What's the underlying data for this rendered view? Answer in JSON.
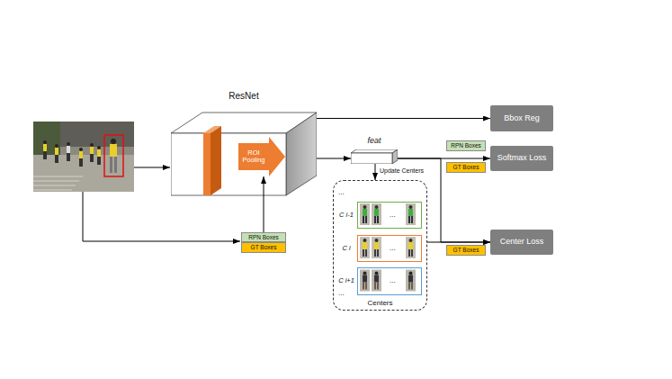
{
  "diagram": {
    "nodes": [
      {
        "text": [
          "ResNet"
        ]
      },
      {
        "text": [
          "ROI Pooling"
        ],
        "in": 0
      },
      {
        "text": [
          "RPN Boxes"
        ]
      },
      {
        "text": [
          "GT Boxes"
        ]
      },
      {
        "text": [
          "feat"
        ]
      },
      {
        "text": [
          "Bbox Reg"
        ]
      },
      {
        "text": [
          "RPN Boxes"
        ]
      },
      {
        "text": [
          "GT Boxes"
        ]
      },
      {
        "text": [
          "Softmax Loss"
        ]
      },
      {
        "text": [
          "Centers"
        ]
      },
      {
        "text": [
          "C i-1",
          "..."
        ],
        "in": 9
      },
      {
        "text": [
          "C i",
          "..."
        ],
        "in": 9
      },
      {
        "text": [
          "C i+1",
          "..."
        ],
        "in": 9
      },
      {
        "text": [
          "Center Loss"
        ]
      },
      {
        "text": [
          "GT Boxes"
        ]
      }
    ],
    "edges": [
      {
        "from": 0,
        "to": 5,
        "arrow": "to"
      },
      {
        "from": 0,
        "to": 4,
        "arrow": "to"
      },
      {
        "from": 4,
        "to": 8,
        "arrow": "to"
      },
      {
        "from": 4,
        "to": 9,
        "arrow": "to",
        "label": "Update Centers"
      },
      {
        "from": 4,
        "to": 13,
        "arrow": "to"
      },
      {
        "from": 9,
        "to": 13,
        "arrow": "to"
      },
      {
        "from": 2,
        "to": 1,
        "arrow": "to"
      }
    ],
    "labels": [
      "...",
      "..."
    ]
  }
}
